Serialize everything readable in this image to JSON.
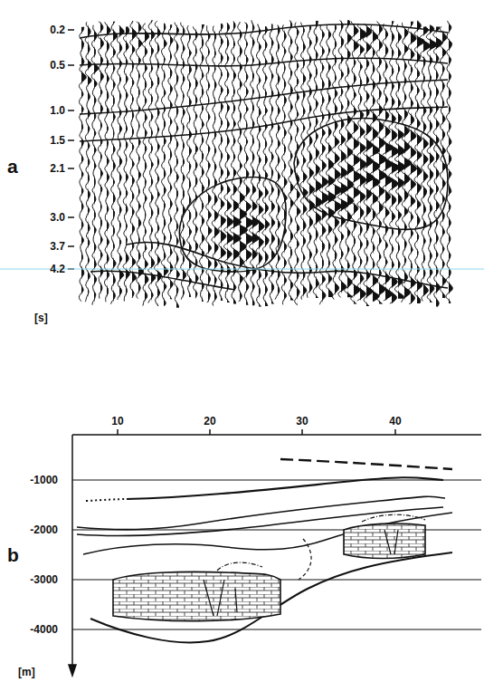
{
  "diagram": {
    "labels": [
      "a",
      "0.2",
      "0.5",
      "1.0",
      "1.5",
      "2.1",
      "3.0",
      "3.7",
      "4.2",
      "[s]",
      "b",
      "10",
      "20",
      "30",
      "40",
      "-1000",
      "-2000",
      "-3000",
      "-4000",
      "[m]"
    ]
  }
}
